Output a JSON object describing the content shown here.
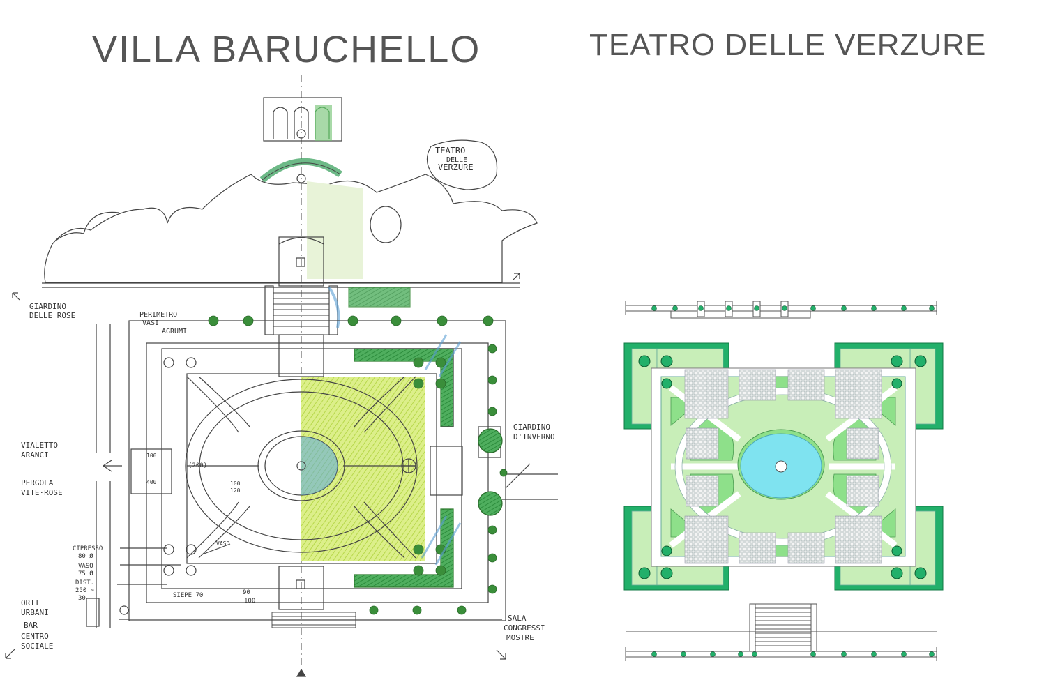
{
  "titles": {
    "left": "VILLA BARUCHELLO",
    "right": "TEATRO DELLE VERZURE"
  },
  "sketch_labels": {
    "teatro": [
      "TEATRO",
      "DELLE",
      "VERZURE"
    ],
    "giardino_rose": [
      "GIARDINO",
      "DELLE ROSE"
    ],
    "perimetro": [
      "PERIMETRO",
      "VASI",
      "AGRUMI"
    ],
    "giardino_inverno": [
      "GIARDINO",
      "D'INVERNO"
    ],
    "vialetto": [
      "VIALETTO",
      "ARANCI"
    ],
    "pergola": [
      "PERGOLA",
      "VITE·ROSE"
    ],
    "dim_100": "100",
    "dim_400": "400",
    "dim_200": "(200)",
    "dim_100_120": [
      "100",
      "120"
    ],
    "cipresso": [
      "CIPRESSO",
      "80 Ø"
    ],
    "vaso": [
      "VASO",
      "75 Ø"
    ],
    "dist": [
      "DIST.",
      "250 ~",
      "30"
    ],
    "vaso_small": "VASO",
    "siepe": "SIEPE 70",
    "dim_90_100": [
      "90",
      "100"
    ],
    "orti": [
      "ORTI",
      "URBANI",
      "BAR",
      "CENTRO",
      "SOCIALE"
    ],
    "sala": [
      "SALA",
      "CONGRESSI",
      "MOSTRE"
    ]
  },
  "colors": {
    "light_green": "#c8eeb8",
    "mid_green": "#8ee08a",
    "dark_green": "#22b06a",
    "water": "#7fe3f0",
    "sketch_yellow_green": "#d4ea6a",
    "sketch_blue": "#5a9fd4"
  }
}
